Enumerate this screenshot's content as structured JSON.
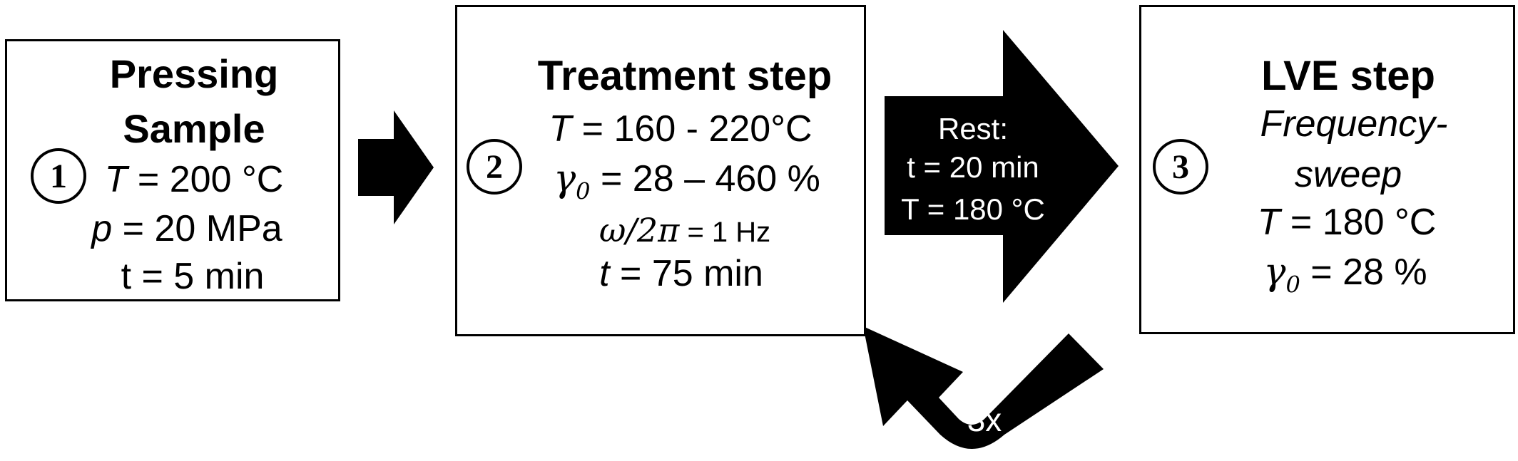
{
  "step1": {
    "number": "1",
    "title_line1": "Pressing",
    "title_line2": "Sample",
    "temp_symbol": "T",
    "temp_value": " = 200 °C",
    "pressure_symbol": "p",
    "pressure_value": " = 20 MPa",
    "time": "t = 5 min"
  },
  "step2": {
    "number": "2",
    "title": "Treatment step",
    "temp_symbol": "T",
    "temp_value": " = 160 - 220°C",
    "strain_symbol": "γ",
    "strain_sub": "0",
    "strain_value": " = 28 – 460 %",
    "freq_symbol": "ω/2π",
    "freq_value": " = 1 Hz",
    "time_symbol": "t",
    "time_value": " = 75 min"
  },
  "rest": {
    "label": "Rest:",
    "time": "t = 20 min",
    "temp": "T = 180 °C"
  },
  "step3": {
    "number": "3",
    "title": "LVE step",
    "subtitle_line1": "Frequency-",
    "subtitle_line2": "sweep",
    "temp_symbol": "T",
    "temp_value": " = 180 °C",
    "strain_symbol": "γ",
    "strain_sub": "0",
    "strain_value": " = 28 %"
  },
  "loop": {
    "repeat_label": "3x"
  },
  "colors": {
    "arrow_fill": "#000000",
    "box_border": "#000000",
    "background": "#ffffff"
  }
}
